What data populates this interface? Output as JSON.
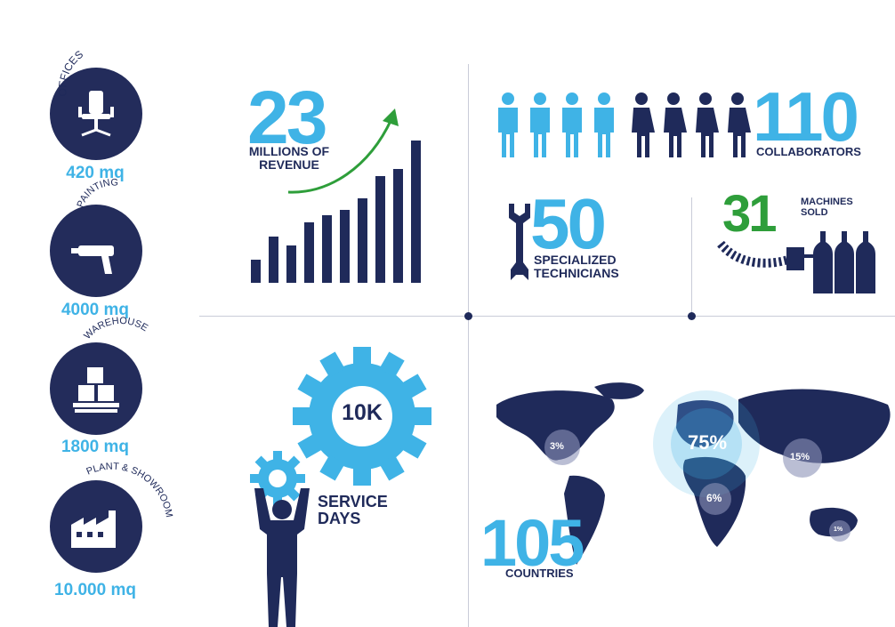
{
  "left_areas": [
    {
      "label": "OFFICES",
      "value": "420 mq",
      "icon": "office-chair-icon"
    },
    {
      "label": "PAINTING",
      "value": "4000 mq",
      "icon": "spray-gun-icon"
    },
    {
      "label": "WAREHOUSE",
      "value": "1800 mq",
      "icon": "boxes-pallet-icon"
    },
    {
      "label": "PLANT & SHOWROOM",
      "value": "10.000 mq",
      "icon": "factory-icon"
    }
  ],
  "revenue": {
    "number": "23",
    "caption": "MILLIONS OF REVENUE",
    "bars": [
      26,
      52,
      42,
      68,
      76,
      82,
      95,
      120,
      128,
      160
    ]
  },
  "collaborators": {
    "number": "110",
    "caption": "COLLABORATORS",
    "people_cyan": 4,
    "people_navy": 4
  },
  "technicians": {
    "number": "50",
    "caption": "SPECIALIZED TECHNICIANS"
  },
  "machines": {
    "number": "31",
    "caption": "MACHINES SOLD"
  },
  "service": {
    "number": "10K",
    "caption": "SERVICE DAYS"
  },
  "countries": {
    "number": "105",
    "caption": "COUNTRIES",
    "shares": [
      {
        "label": "3%",
        "region": "north-america"
      },
      {
        "label": "75%",
        "region": "europe"
      },
      {
        "label": "15%",
        "region": "asia"
      },
      {
        "label": "6%",
        "region": "africa"
      },
      {
        "label": "1%",
        "region": "oceania"
      }
    ]
  },
  "colors": {
    "navy": "#1f2a5a",
    "cyan": "#3fb3e6",
    "green": "#2e9e3a",
    "divider": "#c9ccd8"
  }
}
